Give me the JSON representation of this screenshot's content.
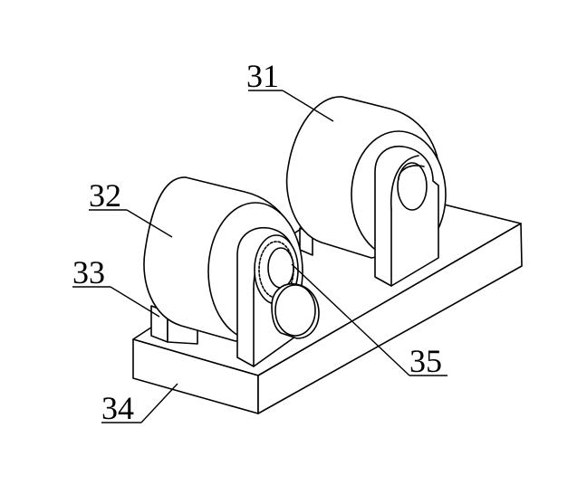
{
  "labels": {
    "drum_rear": "31",
    "drum_front": "32",
    "support": "33",
    "base": "34",
    "gear": "35"
  },
  "colors": {
    "stroke": "#000000",
    "background": "#ffffff"
  }
}
